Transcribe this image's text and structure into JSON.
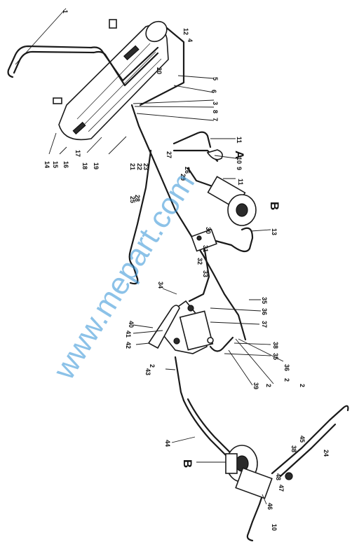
{
  "watermark": "www.mepart.com",
  "labels": {
    "n1": "1",
    "n2a": "2",
    "n2b": "2",
    "n2c": "2",
    "n2d": "2",
    "n3": "3",
    "n4": "4",
    "n5": "5",
    "n6": "6",
    "n7": "7",
    "n8": "8",
    "n9": "9",
    "n10a": "10",
    "n10b": "10",
    "n11a": "11",
    "n11b": "11",
    "n12": "12",
    "n13": "13",
    "n14": "14",
    "n15": "15",
    "n16": "16",
    "n17": "17",
    "n18": "18",
    "n19": "19",
    "n20": "20",
    "n21": "21",
    "n22": "22",
    "n23": "23",
    "n24": "24",
    "n25": "25",
    "n26": "26",
    "n27": "27",
    "n28": "28",
    "n29": "29",
    "n30": "30",
    "n31": "31",
    "n32": "32",
    "n33": "33",
    "n34": "34",
    "n35a": "35",
    "n35b": "35",
    "n36a": "36",
    "n36b": "36",
    "n37": "37",
    "n38a": "38",
    "n38b": "38",
    "n39": "39",
    "n40": "40",
    "n41": "41",
    "n42": "42",
    "n43": "43",
    "n44": "44",
    "n45": "45",
    "n46": "46",
    "n47": "47",
    "n48": "48"
  },
  "letters": {
    "A": "A",
    "B_top": "B",
    "B_bottom": "B"
  }
}
